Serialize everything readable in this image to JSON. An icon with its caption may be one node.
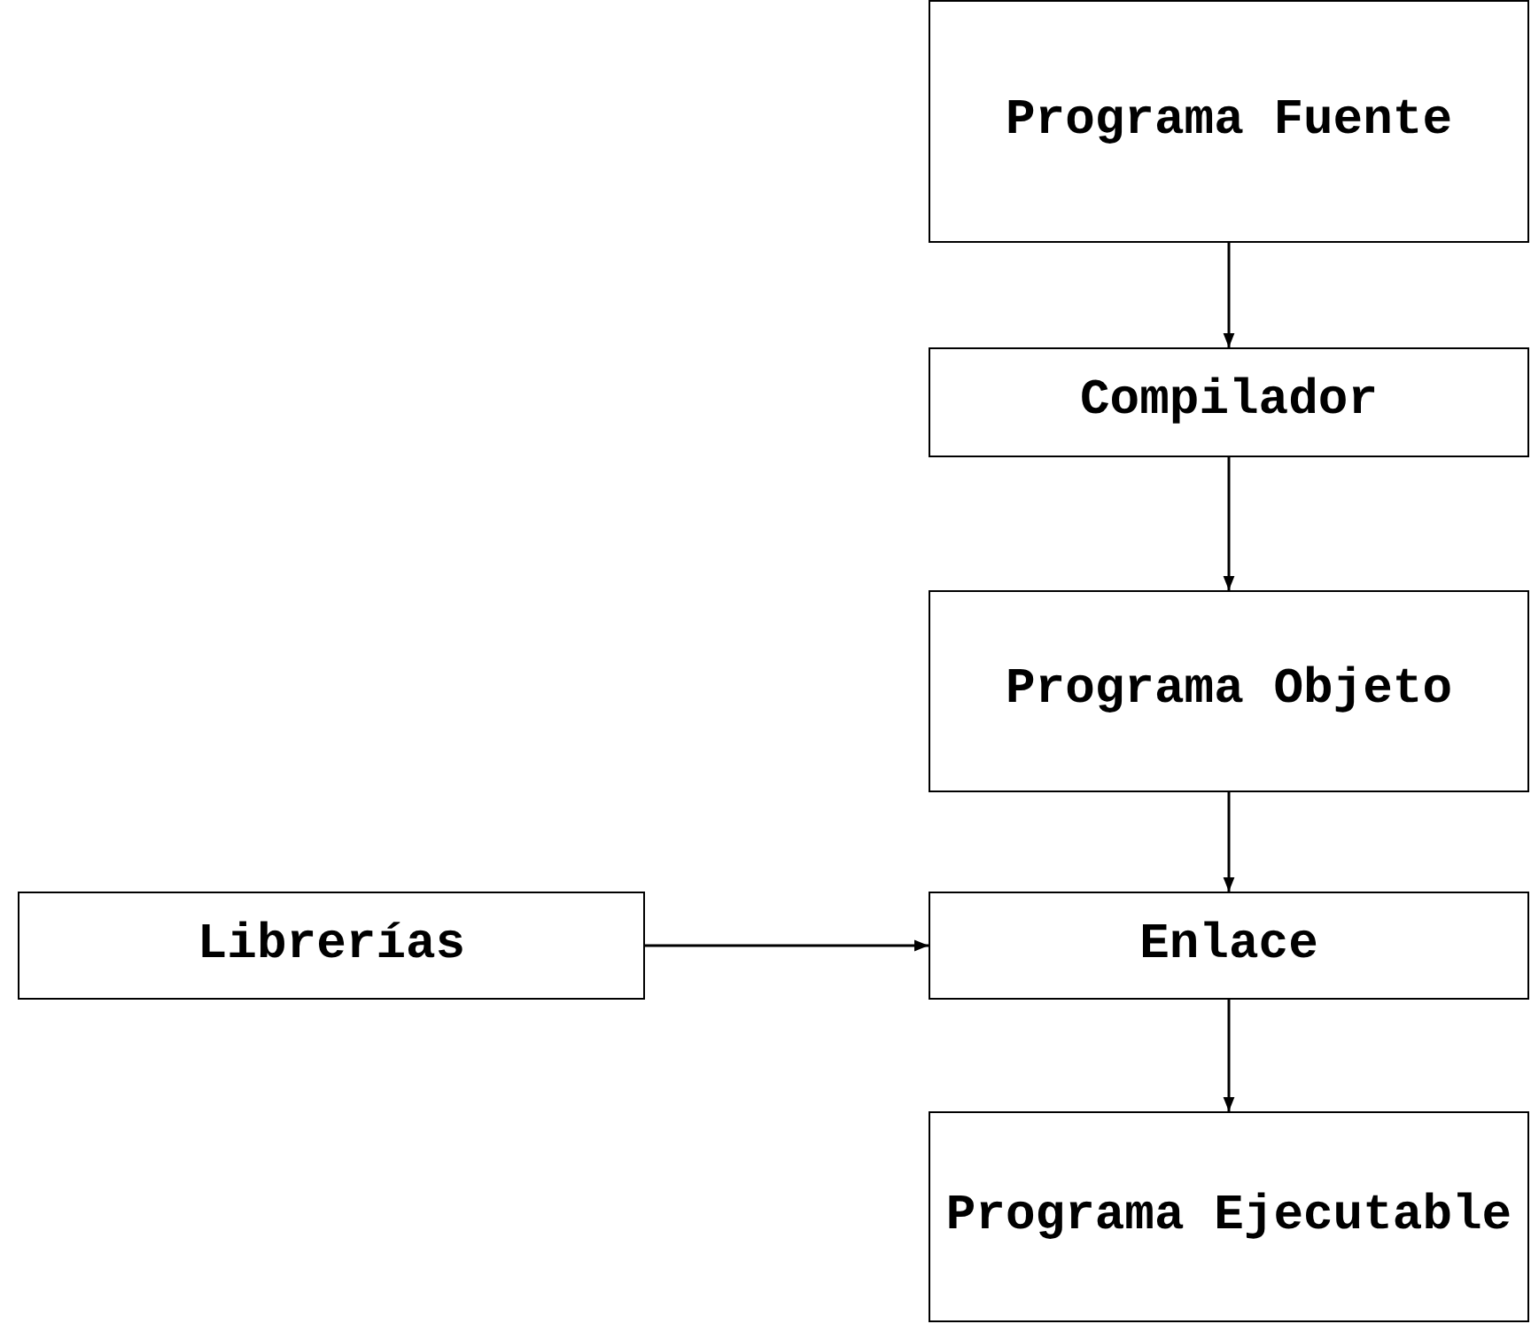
{
  "diagram": {
    "nodes": [
      {
        "text": [
          "Programa Fuente"
        ]
      },
      {
        "text": [
          "Compilador"
        ]
      },
      {
        "text": [
          "Programa Objeto"
        ]
      },
      {
        "text": [
          "Enlace"
        ]
      },
      {
        "text": [
          "Programa Ejecutable"
        ]
      },
      {
        "text": [
          "Librerías"
        ]
      }
    ],
    "edges": [
      {
        "from": 0,
        "to": 1,
        "arrow": "to"
      },
      {
        "from": 1,
        "to": 2,
        "arrow": "to"
      },
      {
        "from": 2,
        "to": 3,
        "arrow": "to"
      },
      {
        "from": 5,
        "to": 3,
        "arrow": "to"
      },
      {
        "from": 3,
        "to": 4,
        "arrow": "to"
      }
    ]
  }
}
